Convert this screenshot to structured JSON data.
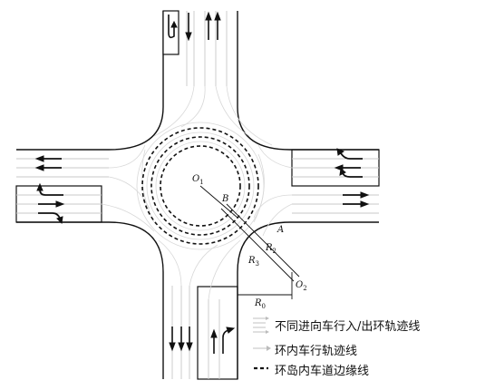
{
  "labels": {
    "o1": "O",
    "o1_sub": "1",
    "o2": "O",
    "o2_sub": "2",
    "a": "A",
    "b": "B",
    "r0": "R",
    "r0_sub": "0",
    "r2": "R",
    "r2_sub": "2",
    "r3": "R",
    "r3_sub": "3"
  },
  "legend": {
    "item1": "不同进向车行入/出环轨迹线",
    "item2": "环内车行轨迹线",
    "item3": "环岛内车道边缘线"
  },
  "colors": {
    "road": "#111111",
    "track_line": "#d0d0d0"
  }
}
